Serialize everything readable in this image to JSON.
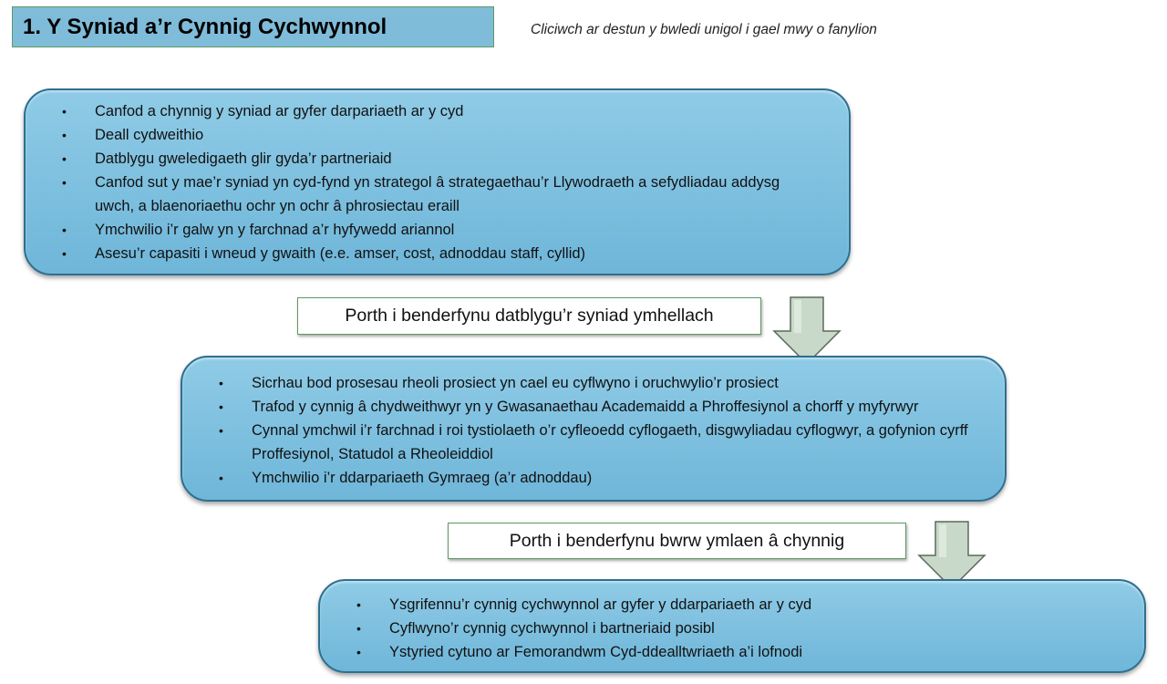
{
  "header": {
    "title": "1. Y Syniad a’r Cynnig Cychwynnol",
    "hint": "Cliciwch ar destun y bwledi unigol i gael mwy o fanylion"
  },
  "stage1": {
    "items": [
      "Canfod a chynnig y syniad ar gyfer darpariaeth ar y cyd",
      "Deall cydweithio",
      "Datblygu gweledigaeth glir gyda’r partneriaid",
      "Canfod sut y mae’r syniad yn cyd-fynd yn strategol â strategaethau’r Llywodraeth a sefydliadau addysg uwch, a blaenoriaethu ochr yn ochr â phrosiectau eraill",
      "Ymchwilio i’r galw yn y farchnad a’r hyfywedd ariannol",
      "Asesu’r capasiti i wneud y gwaith (e.e. amser, cost, adnoddau staff, cyllid)"
    ]
  },
  "gate1": {
    "label": "Porth i benderfynu datblygu’r syniad ymhellach"
  },
  "stage2": {
    "items": [
      "Sicrhau bod prosesau rheoli prosiect yn cael eu cyflwyno i oruchwylio’r prosiect",
      "Trafod y cynnig â chydweithwyr yn y Gwasanaethau Academaidd a Phroffesiynol a chorff y myfyrwyr",
      "Cynnal ymchwil i’r farchnad i roi tystiolaeth o’r cyfleoedd cyflogaeth, disgwyliadau cyflogwyr, a gofynion cyrff Proffesiynol, Statudol a Rheoleiddiol",
      "Ymchwilio i’r ddarpariaeth Gymraeg (a’r adnoddau)"
    ]
  },
  "gate2": {
    "label": "Porth i benderfynu bwrw ymlaen â chynnig"
  },
  "stage3": {
    "items": [
      "Ysgrifennu’r cynnig cychwynnol ar gyfer y ddarpariaeth ar y cyd",
      "Cyflwyno’r cynnig cychwynnol i bartneriaid posibl",
      "Ystyried cytuno ar Femorandwm Cyd-ddealltwriaeth a’i lofnodi"
    ]
  },
  "colors": {
    "panel_fill": "#7fbcd9",
    "panel_border": "#2e6f8f",
    "arrow_fill": "#c9d9c9",
    "arrow_stroke": "#5a6a5a",
    "accent_border": "#5f9a60"
  }
}
